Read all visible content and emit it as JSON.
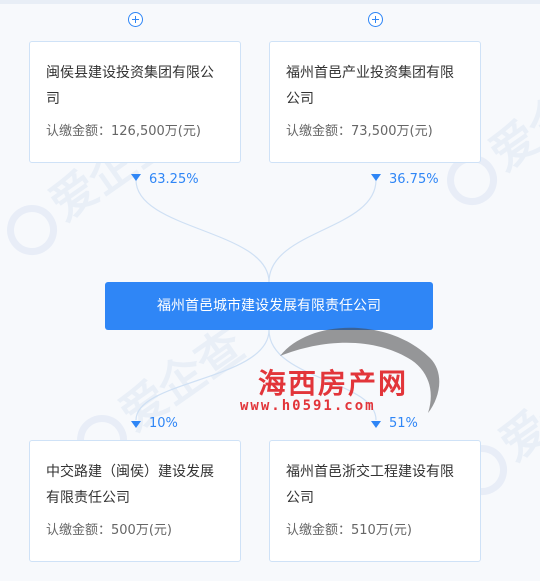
{
  "watermark": {
    "brand": "爱企查"
  },
  "shareholders": [
    {
      "name": "闽侯县建设投资集团有限公司",
      "amount_label": "认缴金额：",
      "amount": "126,500万(元)",
      "percentage": "63.25%",
      "percentage_value": 63.25
    },
    {
      "name": "福州首邑产业投资集团有限公司",
      "amount_label": "认缴金额：",
      "amount": "73,500万(元)",
      "percentage": "36.75%",
      "percentage_value": 36.75
    }
  ],
  "center_company": {
    "name": "福州首邑城市建设发展有限责任公司"
  },
  "investments": [
    {
      "name": "中交路建（闽侯）建设发展有限责任公司",
      "amount_label": "认缴金额：",
      "amount": "500万(元)",
      "percentage": "10%",
      "percentage_value": 10
    },
    {
      "name": "福州首邑浙交工程建设有限公司",
      "amount_label": "认缴金额：",
      "amount": "510万(元)",
      "percentage": "51%",
      "percentage_value": 51
    }
  ],
  "site_watermark": {
    "title": "海西房产网",
    "url": "www.h0591.com"
  },
  "colors": {
    "accent": "#2f86f6",
    "card_border": "#cfe2f7",
    "site_watermark": "#e2353a",
    "background": "#f7f9fc"
  }
}
